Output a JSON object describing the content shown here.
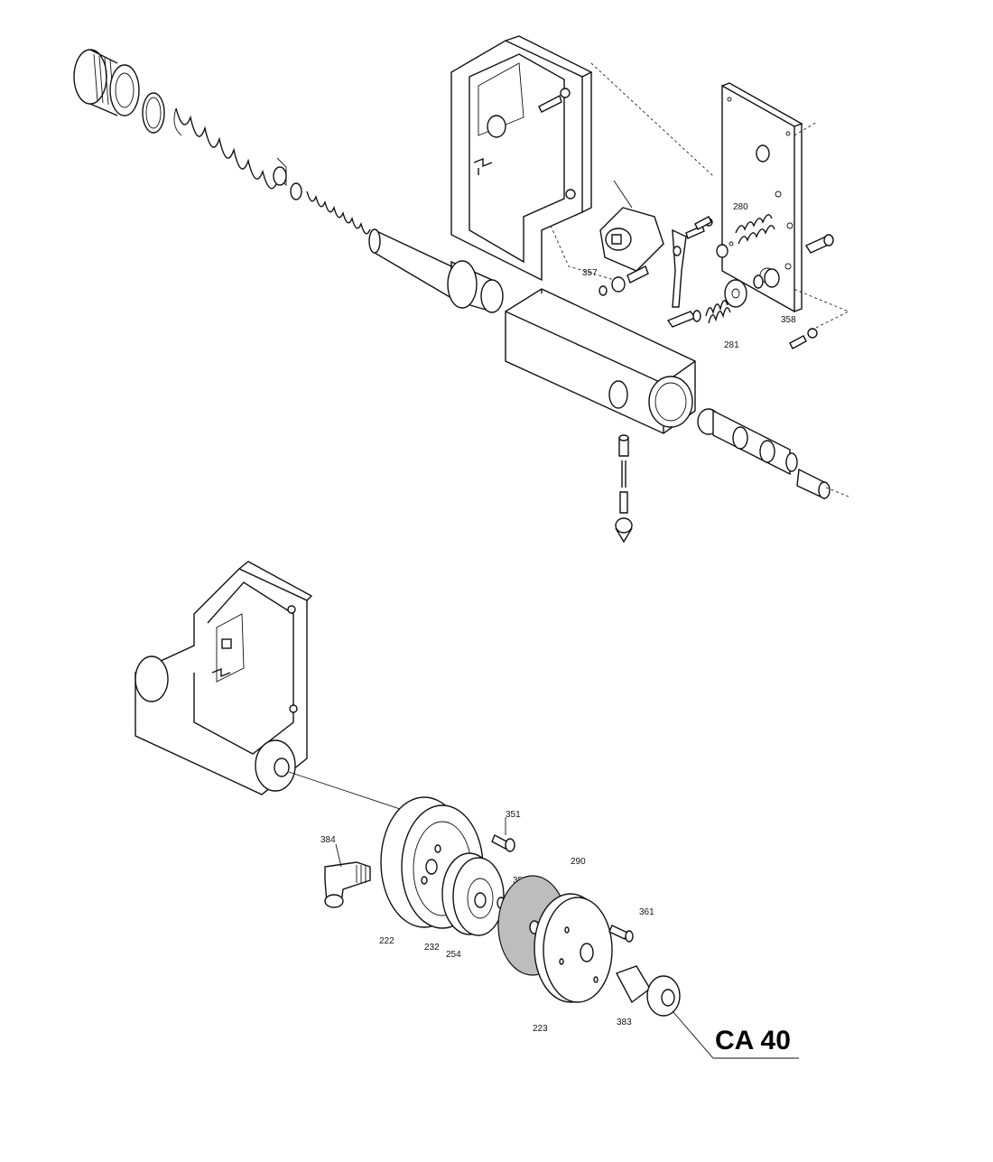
{
  "model": "CA 40",
  "part_numbers": {
    "p280": "280",
    "p281": "281",
    "p357": "357",
    "p358": "358",
    "p384": "384",
    "p351": "351",
    "p290": "290",
    "p352": "352",
    "p361": "361",
    "p222": "222",
    "p232": "232",
    "p254": "254",
    "p223": "223",
    "p383": "383"
  }
}
